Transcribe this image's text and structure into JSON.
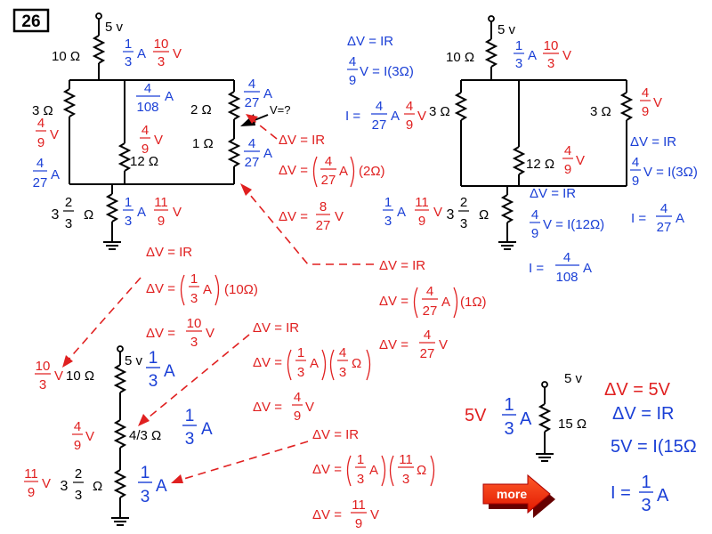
{
  "slide_number": "26",
  "more_button": {
    "label": "more",
    "color": "#ff2a00"
  },
  "colors": {
    "red": "#e02020",
    "blue": "#1a3fd6",
    "black": "#000000"
  },
  "circuit_top_left": {
    "source": "5 v",
    "r_top": "10 Ω",
    "i_top_n": "1",
    "i_top_d": "3",
    "i_top_u": "A",
    "v_top_n": "10",
    "v_top_d": "3",
    "v_top_u": "V",
    "r_left": "3 Ω",
    "v_left_n": "4",
    "v_left_d": "9",
    "v_left_u": "V",
    "i_left_n": "4",
    "i_left_d": "27",
    "i_left_u": "A",
    "i_mid_n": "4",
    "i_mid_d": "108",
    "i_mid_u": "A",
    "v_mid_n": "4",
    "v_mid_d": "9",
    "v_mid_u": "V",
    "r_mid": "12 Ω",
    "r_right_top": "2 Ω",
    "r_right_bot": "1 Ω",
    "i_right_top_n": "4",
    "i_right_top_d": "27",
    "i_right_top_u": "A",
    "i_right_bot_n": "4",
    "i_right_bot_d": "27",
    "i_right_bot_u": "A",
    "vq": "V=?",
    "r_bot_w": "3",
    "r_bot_n": "2",
    "r_bot_d": "3",
    "r_bot_u": "Ω",
    "i_bot_n": "1",
    "i_bot_d": "3",
    "i_bot_u": "A",
    "v_bot_n": "11",
    "v_bot_d": "9",
    "v_bot_u": "V"
  },
  "eq_center": {
    "l1": "ΔV = IR",
    "l2_pre": "ΔV =",
    "l2_n": "4",
    "l2_d": "27",
    "l2_u": "A",
    "l2_r": "(2Ω)",
    "l3_pre": "ΔV =",
    "l3_n": "8",
    "l3_d": "27",
    "l3_u": "V"
  },
  "eq_top_middle": {
    "l1": "ΔV = IR",
    "l2_n": "4",
    "l2_d": "9",
    "l2_rest": "V = I(3Ω)",
    "l3_pre": "I =",
    "l3_n": "4",
    "l3_d": "27",
    "l3_u": "A",
    "l3_vn": "4",
    "l3_vd": "9",
    "l3_vu": "V"
  },
  "circuit_top_right": {
    "source": "5 v",
    "r_top": "10 Ω",
    "i_top_n": "1",
    "i_top_d": "3",
    "i_top_u": "A",
    "v_top_n": "10",
    "v_top_d": "3",
    "v_top_u": "V",
    "r_left": "3 Ω",
    "r_right": "3 Ω",
    "v_right_n": "4",
    "v_right_d": "9",
    "v_right_u": "V",
    "r_mid": "12 Ω",
    "v_mid_n": "4",
    "v_mid_d": "9",
    "v_mid_u": "V",
    "i_bot_n": "1",
    "i_bot_d": "3",
    "i_bot_u": "A",
    "v_bot_n": "11",
    "v_bot_d": "9",
    "v_bot_u": "V",
    "r_bot_w": "3",
    "r_bot_n": "2",
    "r_bot_d": "3",
    "r_bot_u": "Ω"
  },
  "eq_right": {
    "a1": "ΔV = IR",
    "a2_n": "4",
    "a2_d": "9",
    "a2_rest": "V = I(3Ω)",
    "a3_pre": "I =",
    "a3_n": "4",
    "a3_d": "27",
    "a3_u": "A",
    "b1": "ΔV = IR",
    "b2_n": "4",
    "b2_d": "9",
    "b2_rest": "V = I(12Ω)",
    "b3_pre": "I =",
    "b3_n": "4",
    "b3_d": "108",
    "b3_u": "A"
  },
  "eq_left_mid": {
    "l1": "ΔV = IR",
    "l2_pre": "ΔV =",
    "l2_n": "1",
    "l2_d": "3",
    "l2_u": "A",
    "l2_r": "(10Ω)",
    "l3_pre": "ΔV =",
    "l3_n": "10",
    "l3_d": "3",
    "l3_u": "V"
  },
  "eq_right_mid": {
    "l1": "ΔV = IR",
    "l2_pre": "ΔV =",
    "l2_n": "4",
    "l2_d": "27",
    "l2_u": "A",
    "l2_r": "(1Ω)",
    "l3_pre": "ΔV =",
    "l3_n": "4",
    "l3_d": "27",
    "l3_u": "V"
  },
  "eq_mid_43": {
    "l1": "ΔV = IR",
    "l2_pre": "ΔV =",
    "l2_n": "1",
    "l2_d": "3",
    "l2_u": "A",
    "l2_n2": "4",
    "l2_d2": "3",
    "l2_u2": "Ω",
    "l3_pre": "ΔV =",
    "l3_n": "4",
    "l3_d": "9",
    "l3_u": "V"
  },
  "eq_mid_113": {
    "l1": "ΔV = IR",
    "l2_pre": "ΔV =",
    "l2_n": "1",
    "l2_d": "3",
    "l2_u": "A",
    "l2_n2": "11",
    "l2_d2": "3",
    "l2_u2": "Ω",
    "l3_pre": "ΔV =",
    "l3_n": "11",
    "l3_d": "9",
    "l3_u": "V"
  },
  "series_circuit": {
    "source": "5 v",
    "i_top_n": "1",
    "i_top_d": "3",
    "i_top_u": "A",
    "v1_n": "10",
    "v1_d": "3",
    "v1_u": "V",
    "r1": "10 Ω",
    "v2_n": "4",
    "v2_d": "9",
    "v2_u": "V",
    "r2": "4/3 Ω",
    "i_mid_n": "1",
    "i_mid_d": "3",
    "i_mid_u": "A",
    "v3_n": "11",
    "v3_d": "9",
    "v3_u": "V",
    "r3_w": "3",
    "r3_n": "2",
    "r3_d": "3",
    "r3_u": "Ω",
    "i_bot_n": "1",
    "i_bot_d": "3",
    "i_bot_u": "A"
  },
  "simple_circuit": {
    "v_label": "5V",
    "i_n": "1",
    "i_d": "3",
    "i_u": "A",
    "source": "5 v",
    "r": "15 Ω",
    "l1": "ΔV = 5V",
    "l2": "ΔV = IR",
    "l3": "5V = I(15Ω",
    "l4_pre": "I =",
    "l4_n": "1",
    "l4_d": "3",
    "l4_u": "A"
  }
}
